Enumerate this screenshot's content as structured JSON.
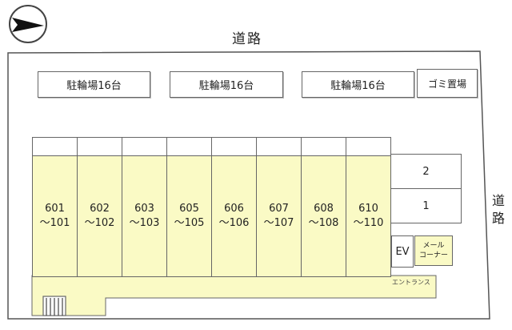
{
  "roads": {
    "top": "道路",
    "right_char1": "道",
    "right_char2": "路"
  },
  "bicycle_parking": [
    "駐輪場16台",
    "駐輪場16台",
    "駐輪場16台"
  ],
  "garbage": "ゴミ置場",
  "units": [
    {
      "upper": "601",
      "lower": "～101"
    },
    {
      "upper": "602",
      "lower": "～102"
    },
    {
      "upper": "603",
      "lower": "～103"
    },
    {
      "upper": "605",
      "lower": "～105"
    },
    {
      "upper": "606",
      "lower": "～106"
    },
    {
      "upper": "607",
      "lower": "～107"
    },
    {
      "upper": "608",
      "lower": "～108"
    },
    {
      "upper": "610",
      "lower": "～110"
    }
  ],
  "parking_spaces": [
    "2",
    "1"
  ],
  "ev": "EV",
  "mail_corner": {
    "line1": "メール",
    "line2": "コーナー"
  },
  "entrance": "エントランス",
  "colors": {
    "unit_fill": "#fafac5",
    "outline": "#555555"
  }
}
